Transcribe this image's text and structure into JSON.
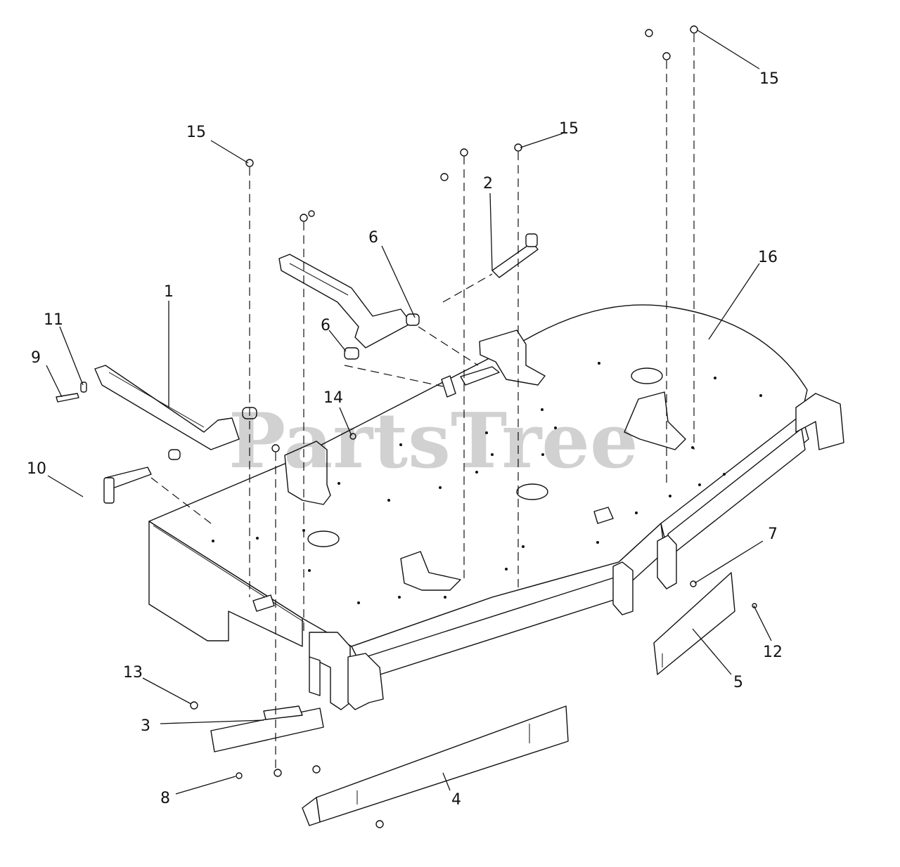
{
  "watermark": "PartsTree",
  "callouts": [
    {
      "id": "1",
      "label": "1"
    },
    {
      "id": "2",
      "label": "2"
    },
    {
      "id": "3",
      "label": "3"
    },
    {
      "id": "4",
      "label": "4"
    },
    {
      "id": "5",
      "label": "5"
    },
    {
      "id": "6a",
      "label": "6"
    },
    {
      "id": "6b",
      "label": "6"
    },
    {
      "id": "7",
      "label": "7"
    },
    {
      "id": "8",
      "label": "8"
    },
    {
      "id": "9",
      "label": "9"
    },
    {
      "id": "10",
      "label": "10"
    },
    {
      "id": "11",
      "label": "11"
    },
    {
      "id": "12",
      "label": "12"
    },
    {
      "id": "13",
      "label": "13"
    },
    {
      "id": "14",
      "label": "14"
    },
    {
      "id": "15a",
      "label": "15"
    },
    {
      "id": "15b",
      "label": "15"
    },
    {
      "id": "15c",
      "label": "15"
    },
    {
      "id": "16",
      "label": "16"
    }
  ],
  "colors": {
    "line": "#111111",
    "watermark": "#000000",
    "background": "#ffffff"
  }
}
